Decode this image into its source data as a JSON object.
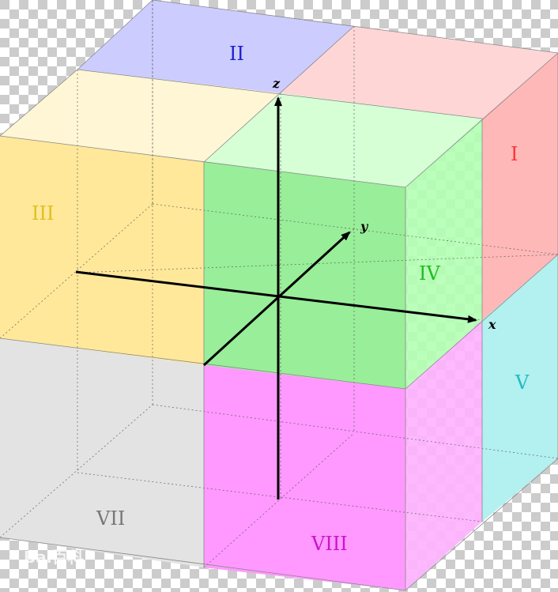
{
  "octants": [
    {
      "id": "I",
      "label": "I",
      "color": "#ff3333"
    },
    {
      "id": "II",
      "label": "II",
      "color": "#1f1fcc"
    },
    {
      "id": "III",
      "label": "III",
      "color": "#e0c020"
    },
    {
      "id": "IV",
      "label": "IV",
      "color": "#22bb22"
    },
    {
      "id": "V",
      "label": "V",
      "color": "#1fbdbd"
    },
    {
      "id": "VII",
      "label": "VII",
      "color": "#777777"
    },
    {
      "id": "VIII",
      "label": "VIII",
      "color": "#cc14cc"
    }
  ],
  "axes": {
    "x": "x",
    "y": "y",
    "z": "z"
  },
  "watermark": {
    "text": "Bai百科"
  }
}
